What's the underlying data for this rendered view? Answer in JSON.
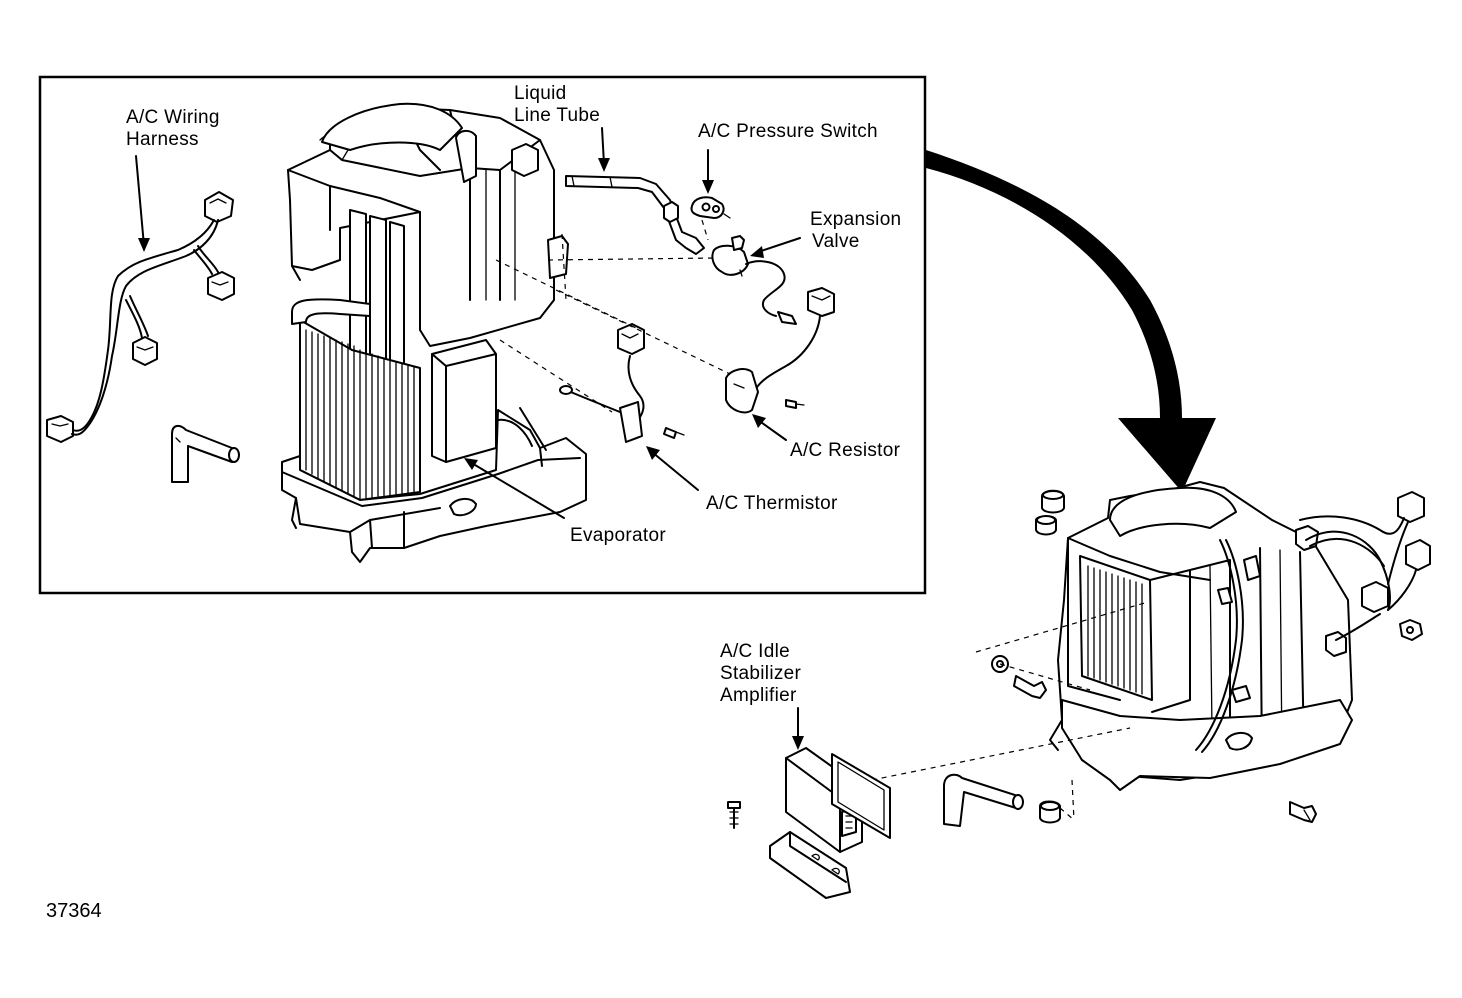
{
  "labels": {
    "wiring_harness": [
      "A/C Wiring",
      "Harness"
    ],
    "liquid_line_tube": [
      "Liquid",
      "Line Tube"
    ],
    "pressure_switch": "A/C Pressure Switch",
    "expansion_valve": [
      "Expansion",
      "Valve"
    ],
    "resistor": "A/C Resistor",
    "thermistor": "A/C Thermistor",
    "evaporator": "Evaporator",
    "idle_stabilizer_amplifier": [
      "A/C Idle",
      "Stabilizer",
      "Amplifier"
    ]
  },
  "figure_number": "37364"
}
